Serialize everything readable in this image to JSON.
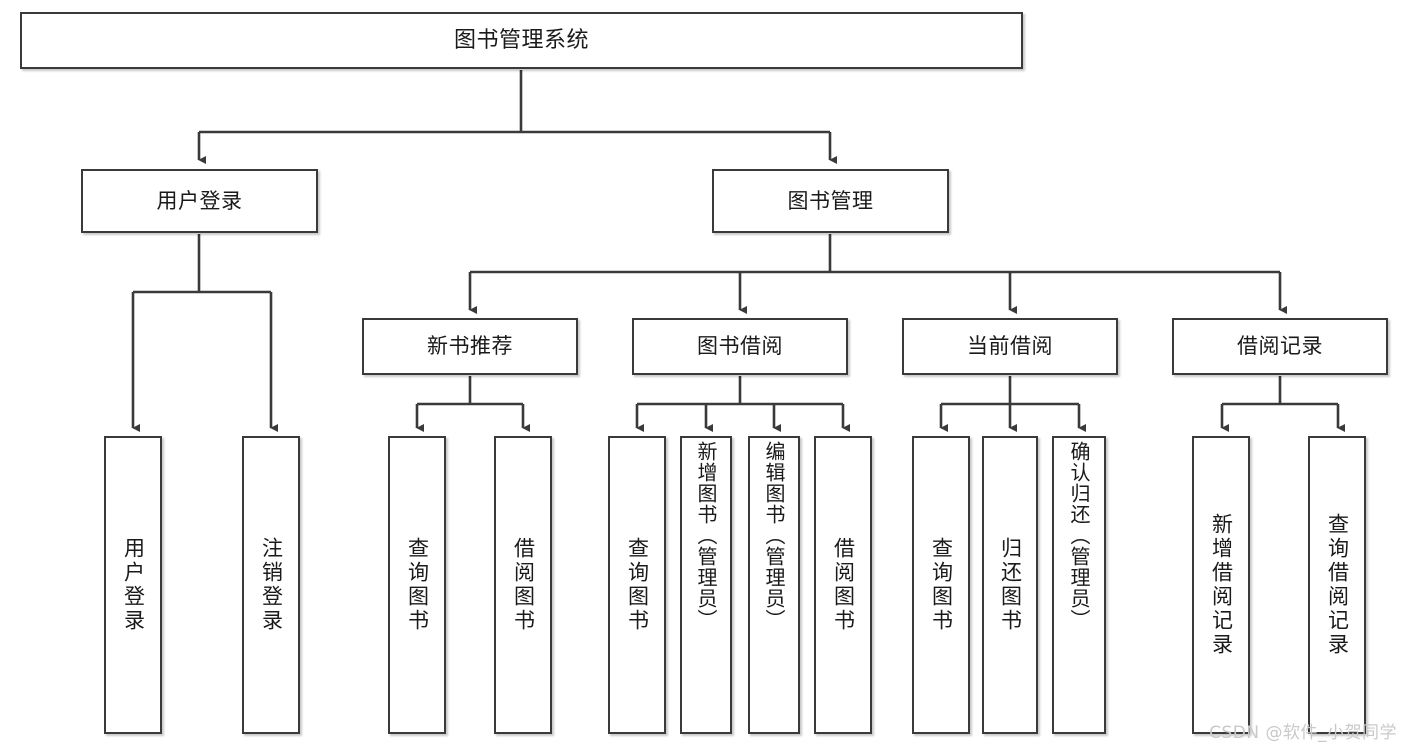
{
  "diagram": {
    "title": "图书管理系统",
    "type": "tree-hierarchy-chart",
    "colors": {
      "box_border": "#3a3a3a",
      "box_fill": "#ffffff",
      "connector": "#3a3a3a",
      "text": "#1a1a1a",
      "watermark": "#c9c9c9",
      "background": "#ffffff"
    },
    "root": {
      "label": "图书管理系统"
    },
    "level2": [
      {
        "id": "user-login",
        "label": "用户登录"
      },
      {
        "id": "book-management",
        "label": "图书管理"
      }
    ],
    "level3": [
      {
        "id": "new-book-recommend",
        "label": "新书推荐"
      },
      {
        "id": "book-borrow",
        "label": "图书借阅"
      },
      {
        "id": "current-borrow",
        "label": "当前借阅"
      },
      {
        "id": "borrow-record",
        "label": "借阅记录"
      }
    ],
    "leaves": {
      "user_login": [
        {
          "id": "leaf-user-login",
          "label": "用户登录"
        },
        {
          "id": "leaf-logout-login",
          "label": "注销登录"
        }
      ],
      "new_book_recommend": [
        {
          "id": "leaf-query-book-1",
          "label": "查询图书"
        },
        {
          "id": "leaf-borrow-book-1",
          "label": "借阅图书"
        }
      ],
      "book_borrow": [
        {
          "id": "leaf-query-book-2",
          "label": "查询图书"
        },
        {
          "id": "leaf-add-book",
          "label": "新增图书（管理员）"
        },
        {
          "id": "leaf-edit-book",
          "label": "编辑图书（管理员）"
        },
        {
          "id": "leaf-borrow-book-2",
          "label": "借阅图书"
        }
      ],
      "current_borrow": [
        {
          "id": "leaf-query-book-3",
          "label": "查询图书"
        },
        {
          "id": "leaf-return-book",
          "label": "归还图书"
        },
        {
          "id": "leaf-confirm-return",
          "label": "确认归还（管理员）"
        }
      ],
      "borrow_record": [
        {
          "id": "leaf-add-borrow-record",
          "label": "新增借阅记录"
        },
        {
          "id": "leaf-query-borrow-record",
          "label": "查询借阅记录"
        }
      ]
    },
    "watermark": "CSDN @软件_小贺同学"
  }
}
